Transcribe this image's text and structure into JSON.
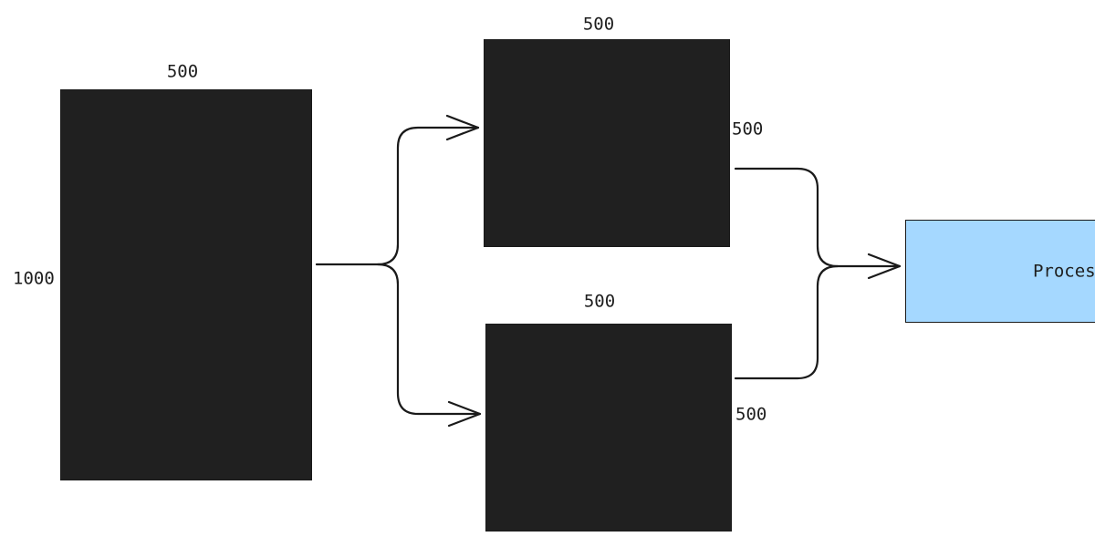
{
  "diagram": {
    "source_block": {
      "width_label": "500",
      "height_label": "1000",
      "color": "#202020"
    },
    "top_block": {
      "width_label": "500",
      "height_label": "500",
      "color": "#202020"
    },
    "bottom_block": {
      "width_label": "500",
      "height_label": "500",
      "color": "#202020"
    },
    "process_block": {
      "label": "Process",
      "color": "#a5d8ff"
    },
    "edges": [
      {
        "from": "source_block",
        "to": "top_block"
      },
      {
        "from": "source_block",
        "to": "bottom_block"
      },
      {
        "from": "top_block",
        "to": "process_block"
      },
      {
        "from": "bottom_block",
        "to": "process_block"
      }
    ],
    "stroke_color": "#1a1a1a"
  }
}
